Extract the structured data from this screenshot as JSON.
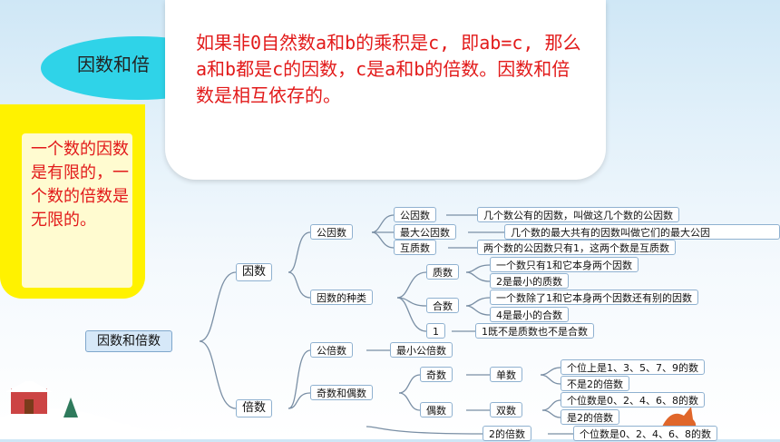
{
  "topic": "因数和倍",
  "callout": "如果非0自然数a和b的乘积是c, 即ab=c, 那么a和b都是c的因数，c是a和b的倍数。因数和倍数是相互依存的。",
  "note": "一个数的因数是有限的，一个数的倍数是无限的。",
  "mindmap": {
    "root": "因数和倍数",
    "yinshu": "因数",
    "beishu": "倍数",
    "gongyinshu": "公因数",
    "gys_def": "公因数",
    "gys_def_text": "几个数公有的因数，叫做这几个数的公因数",
    "zdgys": "最大公因数",
    "zdgys_text": "几个数的最大共有的因数叫做它们的最大公因",
    "huzhi": "互质数",
    "huzhi_text": "两个数的公因数只有1，这两个数是互质数",
    "zhonglei": "因数的种类",
    "zhishu": "质数",
    "zhishu_1": "一个数只有1和它本身两个因数",
    "zhishu_2": "2是最小的质数",
    "heshu": "合数",
    "heshu_1": "一个数除了1和它本身两个因数还有别的因数",
    "heshu_2": "4是最小的合数",
    "one": "1",
    "one_text": "1既不是质数也不是合数",
    "gongbeishu": "公倍数",
    "zxgbs": "最小公倍数",
    "jiou": "奇数和偶数",
    "jishu": "奇数",
    "danshu": "单数",
    "jishu_1": "个位上是1、3、5、7、9的数",
    "jishu_2": "不是2的倍数",
    "oushu": "偶数",
    "shuangshu": "双数",
    "oushu_1": "个位数是0、2、4、6、8的数",
    "oushu_2": "是2的倍数",
    "two_bs": "2的倍数",
    "two_bs_text": "个位数是0、2、4、6、8的数"
  }
}
